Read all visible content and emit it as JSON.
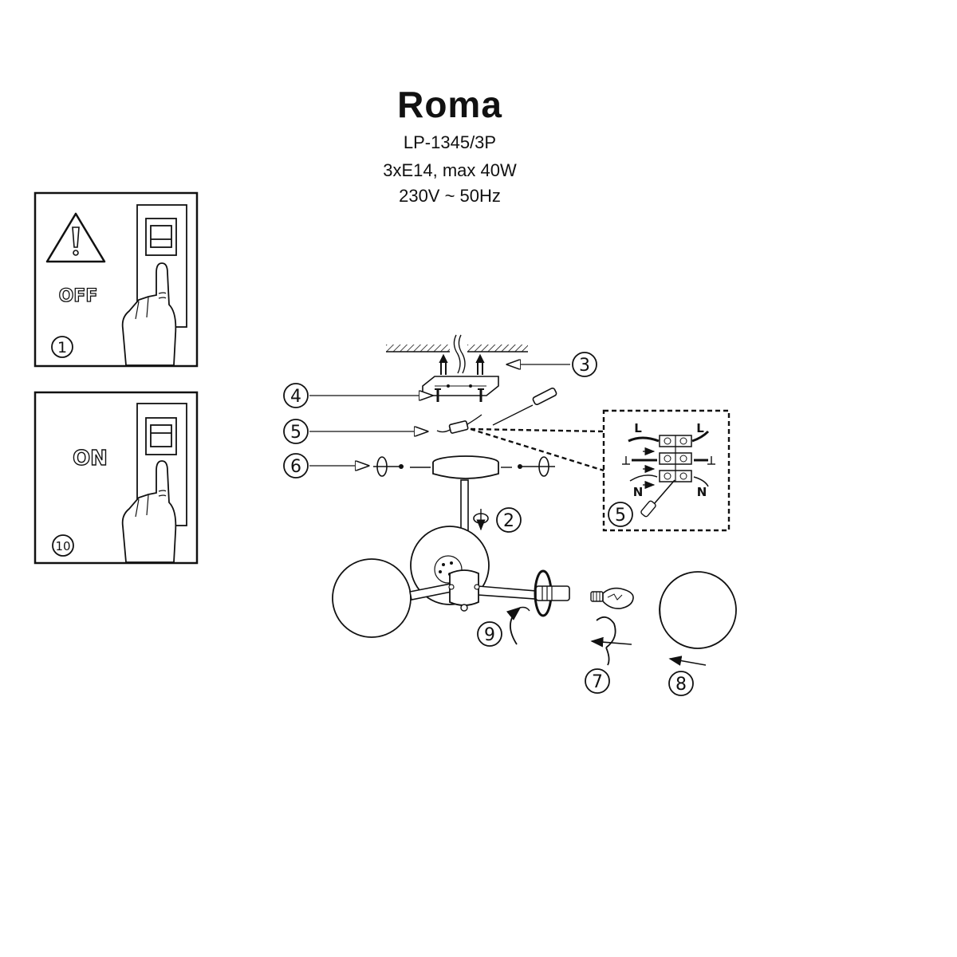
{
  "header": {
    "title": "Roma",
    "model": "LP-1345/3P",
    "bulbs": "3xE14, max 40W",
    "power": "230V ~ 50Hz"
  },
  "panels": {
    "off": {
      "label": "OFF",
      "step": "1"
    },
    "on": {
      "label": "ON",
      "step": "10"
    }
  },
  "steps": {
    "s2": "2",
    "s3": "3",
    "s4": "4",
    "s5": "5",
    "s5b": "5",
    "s6": "6",
    "s7": "7",
    "s8": "8",
    "s9": "9"
  },
  "wiring": {
    "live_left": "L",
    "live_right": "L",
    "neutral_left": "N",
    "neutral_right": "N"
  }
}
